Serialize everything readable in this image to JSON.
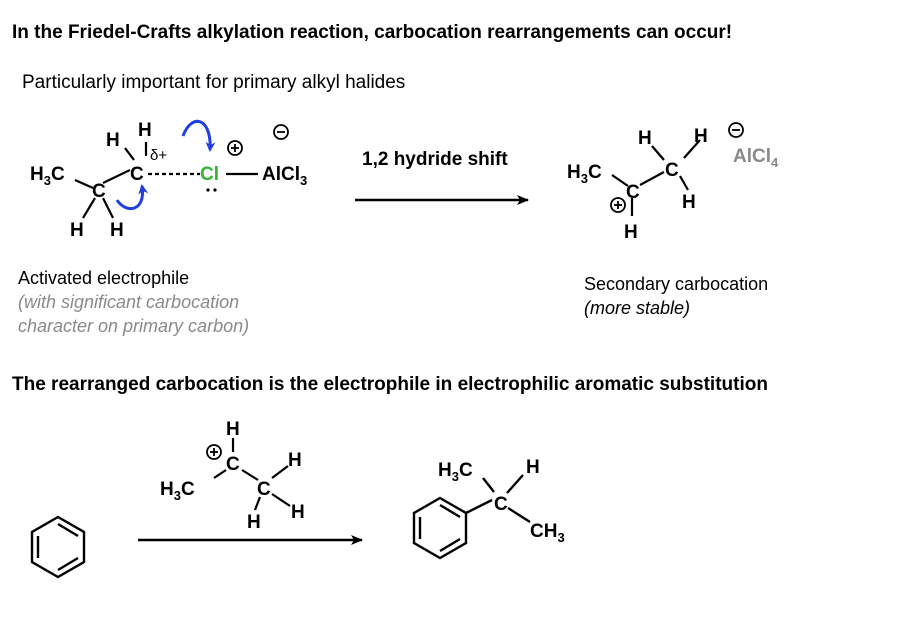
{
  "header": {
    "title": "In the Friedel-Crafts alkylation reaction, carbocation rearrangements can occur!",
    "subtitle": "Particularly important for primary alkyl halides"
  },
  "reaction1": {
    "arrow_label": "1,2 hydride shift",
    "reactant_label": "Activated electrophile",
    "reactant_note_1": "(with significant carbocation",
    "reactant_note_2": "character on primary carbon)",
    "product_label": "Secondary carbocation",
    "product_note": "(more stable)",
    "partial_charge": "δ+",
    "chlorine": "Cl",
    "lewis_acid": "AlCl3",
    "counter_ion": "AlCl4"
  },
  "section2": {
    "heading": "The rearranged carbocation is the electrophile in electrophilic aromatic substitution"
  },
  "colors": {
    "chlorine": "#2fb52f",
    "arrow_blue": "#1f3fe0",
    "grey_text": "#8a8a8a"
  }
}
